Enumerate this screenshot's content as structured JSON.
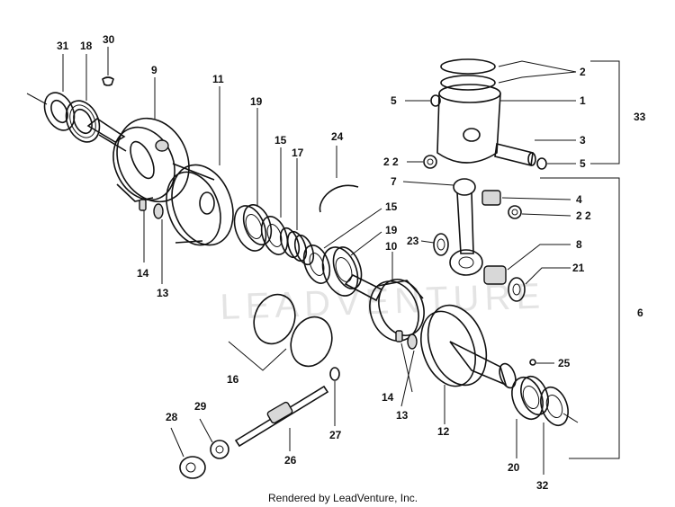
{
  "watermark": "LEADVENTURE",
  "credit": "Rendered by LeadVenture, Inc.",
  "labels": {
    "p1": "1",
    "p2": "2",
    "p3": "3",
    "p4": "4",
    "p5a": "5",
    "p5b": "5",
    "p6": "6",
    "p7": "7",
    "p8": "8",
    "p9": "9",
    "p10": "10",
    "p11": "11",
    "p12": "12",
    "p13a": "13",
    "p13b": "13",
    "p14a": "14",
    "p14b": "14",
    "p15a": "15",
    "p15b": "15",
    "p16": "16",
    "p17": "17",
    "p18": "18",
    "p19a": "19",
    "p19b": "19",
    "p20": "20",
    "p21": "21",
    "p22a": "2 2",
    "p22b": "2 2",
    "p23": "23",
    "p24": "24",
    "p25": "25",
    "p26": "26",
    "p27": "27",
    "p28": "28",
    "p29": "29",
    "p30": "30",
    "p31": "31",
    "p32": "32",
    "p33": "33"
  }
}
